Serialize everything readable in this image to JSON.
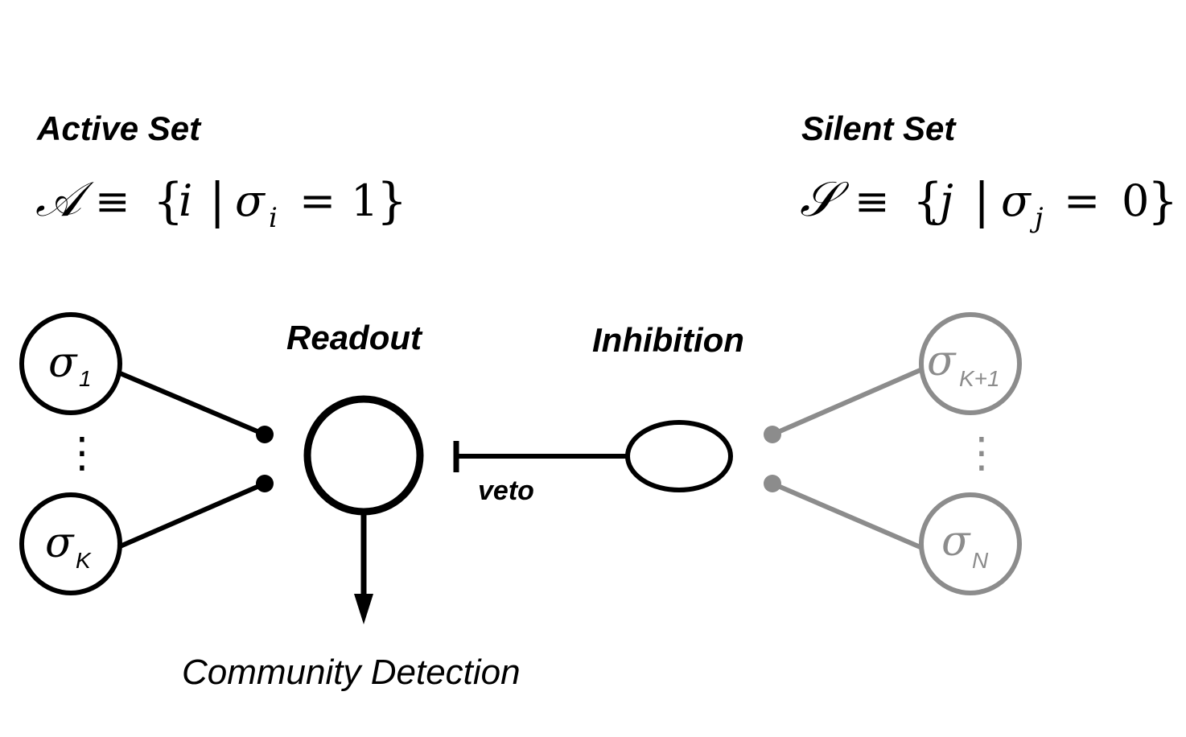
{
  "sets": {
    "active": {
      "title": "Active Set",
      "symbol": "𝒜",
      "index": "i",
      "value": "1"
    },
    "silent": {
      "title": "Silent Set",
      "symbol": "𝒮",
      "index": "j",
      "value": "0"
    },
    "equiv": "≡",
    "open_brace": "{",
    "close_brace": "}",
    "bar": "|",
    "sigma": "σ",
    "eq": "="
  },
  "nodes": {
    "active_first": {
      "symbol": "σ",
      "sub": "1"
    },
    "active_last": {
      "symbol": "σ",
      "sub": "K"
    },
    "silent_first": {
      "symbol": "σ",
      "sub": "K+1"
    },
    "silent_last": {
      "symbol": "σ",
      "sub": "N"
    },
    "ellipsis": "⋮"
  },
  "labels": {
    "readout": "Readout",
    "inhibition": "Inhibition",
    "veto": "veto",
    "community": "Community Detection"
  },
  "colors": {
    "active": "#000000",
    "silent": "#8c8c8c"
  }
}
